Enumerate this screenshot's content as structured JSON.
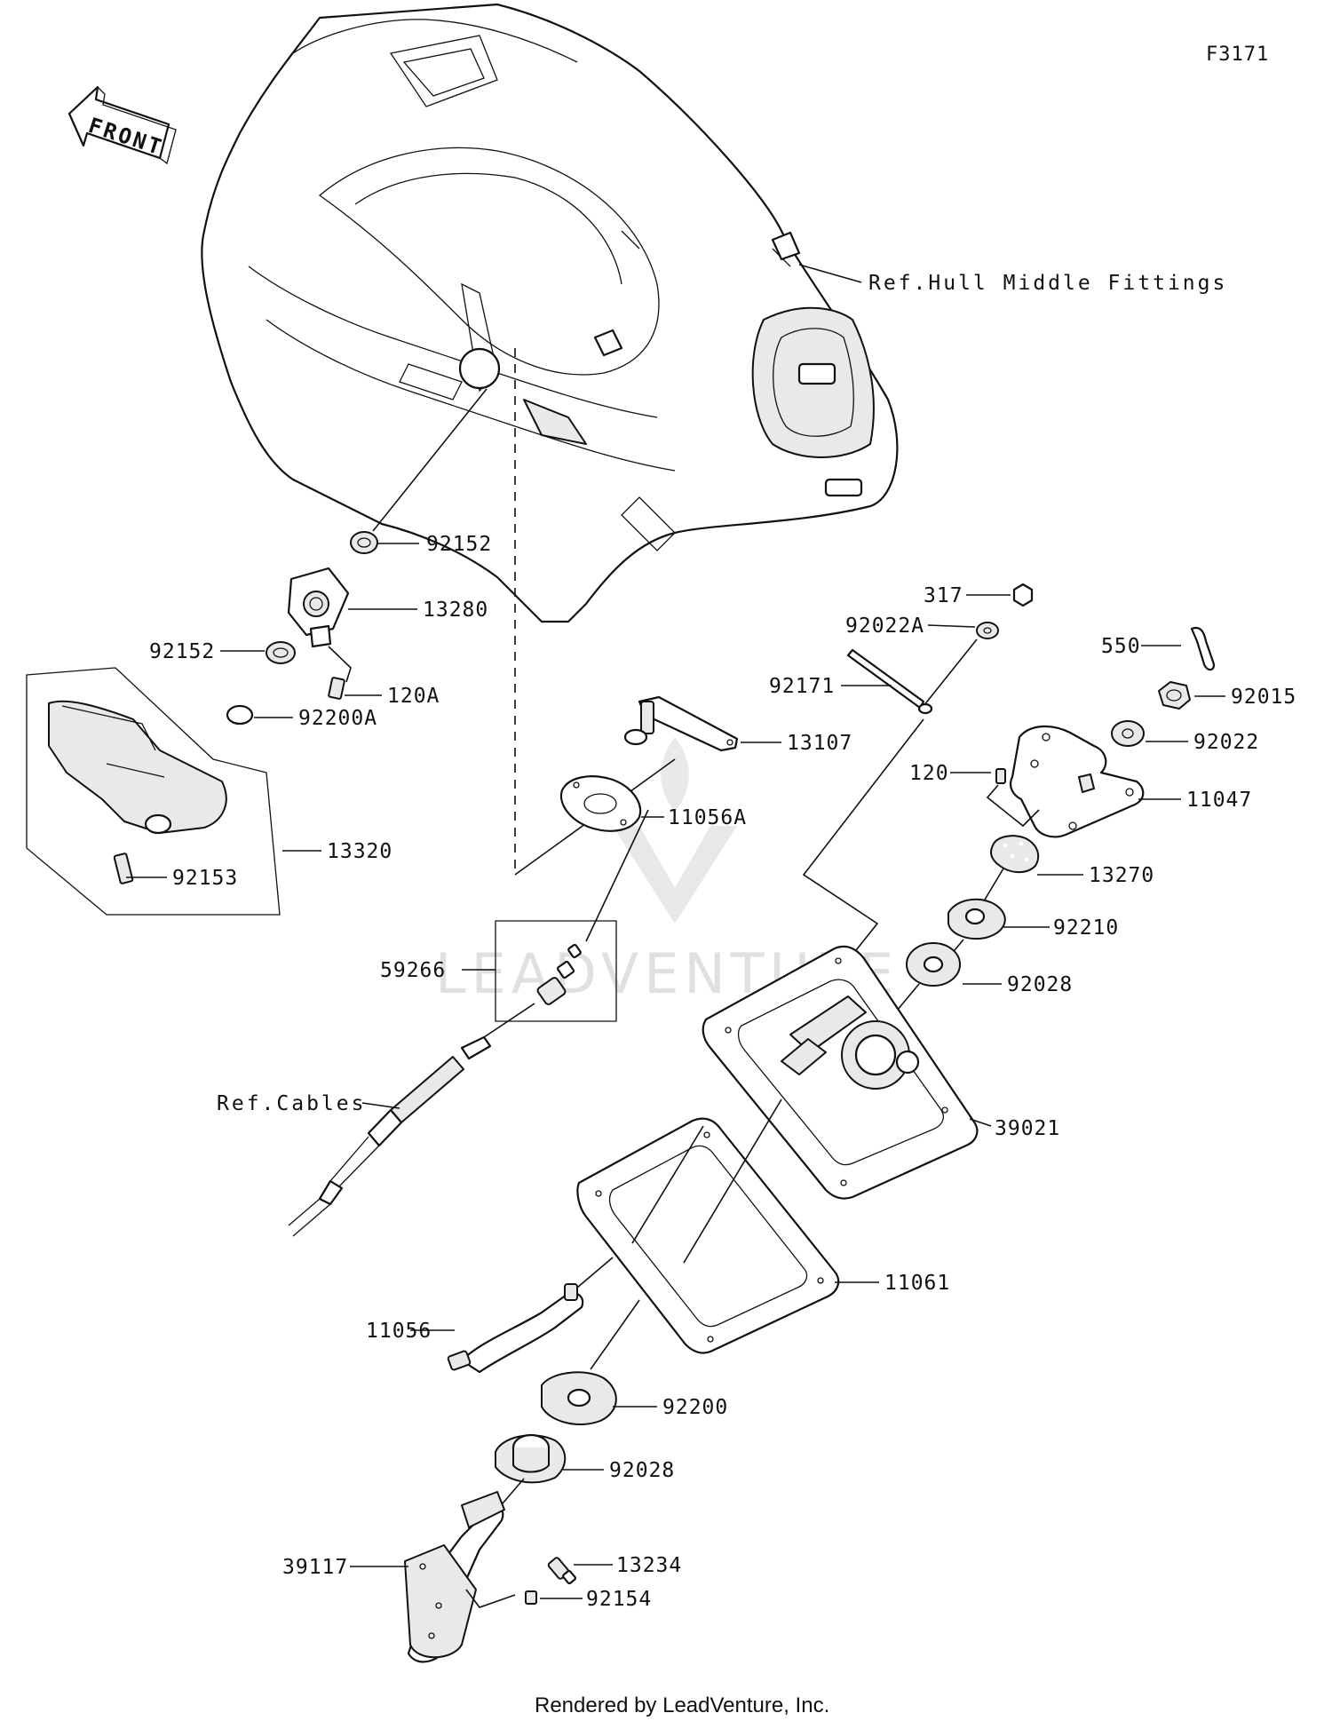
{
  "figure_id": "F3171",
  "front_label": "FRONT",
  "watermark": "LEADVENTURE",
  "footer": "Rendered by LeadVenture, Inc.",
  "references": {
    "hull": "Ref.Hull Middle Fittings",
    "cables": "Ref.Cables"
  },
  "parts": {
    "p92152a": "92152",
    "p13280": "13280",
    "p92152b": "92152",
    "p120A": "120A",
    "p92200A": "92200A",
    "p13320": "13320",
    "p92153": "92153",
    "p317": "317",
    "p92022A": "92022A",
    "p92171": "92171",
    "p550": "550",
    "p92015": "92015",
    "p92022": "92022",
    "p13107": "13107",
    "p120": "120",
    "p11047": "11047",
    "p11056A": "11056A",
    "p13270": "13270",
    "p92210": "92210",
    "p92028a": "92028",
    "p59266": "59266",
    "p39021": "39021",
    "p11061": "11061",
    "p11056": "11056",
    "p92200": "92200",
    "p92028b": "92028",
    "p39117": "39117",
    "p13234": "13234",
    "p92154": "92154"
  }
}
